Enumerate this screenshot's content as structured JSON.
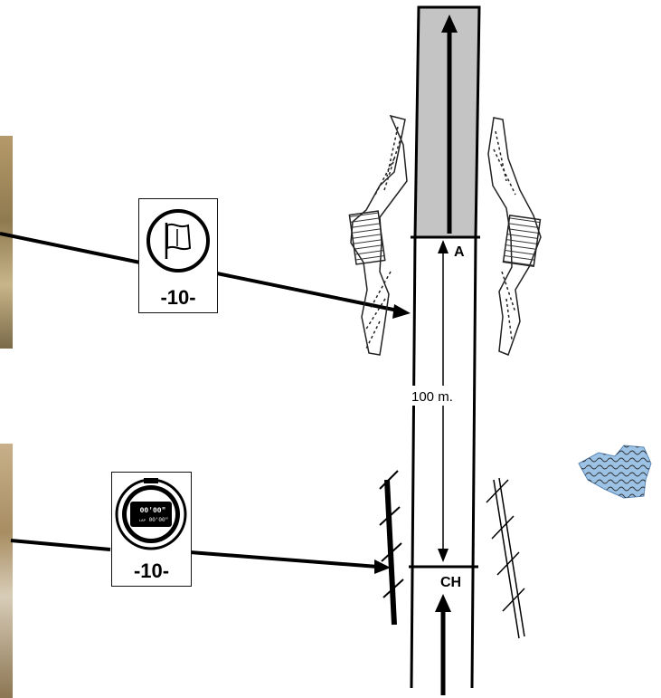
{
  "signs": [
    {
      "id": "flag",
      "icon": "flag-icon",
      "label": "-10-"
    },
    {
      "id": "stopwatch",
      "icon": "stopwatch-icon",
      "label": "-10-",
      "display_top": "00'00\"",
      "display_bottom": "00'00\"",
      "display_small": "LAP"
    }
  ],
  "road": {
    "start_marker": "A",
    "end_marker": "CH",
    "distance_label": "100 m."
  },
  "colors": {
    "closed_section": "#c4c4c4",
    "water": "#9cc3e6",
    "road_line": "#000000"
  }
}
